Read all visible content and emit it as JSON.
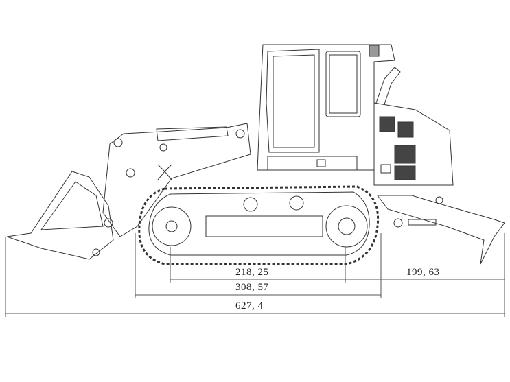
{
  "drawing": {
    "subject": "crawler-loader-side-view",
    "dimensions": {
      "track_ground_length": "218, 25",
      "rear_overhang": "199, 63",
      "track_overall_length": "308, 57",
      "overall_length": "627, 4"
    },
    "line_color": "#333333"
  }
}
